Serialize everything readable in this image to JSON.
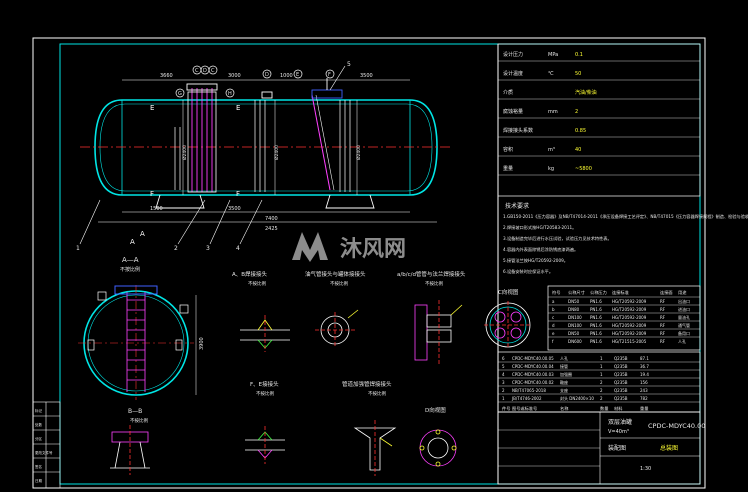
{
  "drawing": {
    "colors": {
      "frame": "#ffffff",
      "outline": "#00e5e5",
      "dims": "#ffffff",
      "centerline": "#ff3030",
      "nozzle": "#ff40ff",
      "blue": "#4060ff",
      "text": "#e8e8e8",
      "yellow": "#ffff33",
      "green": "#40ff40"
    },
    "main_view": {
      "nozzle_letters": [
        "C",
        "D",
        "C",
        "D",
        "E",
        "F",
        "G",
        "H"
      ],
      "section_marks": [
        "E",
        "E",
        "F",
        "F",
        "A",
        "A"
      ],
      "dims_top": [
        "3660",
        "3000",
        "1000",
        "3500"
      ],
      "dims_bottom": [
        "1500",
        "3500",
        "7400",
        "2425"
      ],
      "vertical_dims": [
        "Ø2400",
        "Ø2400",
        "Ø2400"
      ],
      "balloons": [
        "1",
        "2",
        "3",
        "4"
      ],
      "top_balloon": "5"
    },
    "section_aa": {
      "title": "A—A",
      "subtitle": "不按比例",
      "dim": "3900"
    },
    "detail_views": [
      {
        "title": "A、B焊接接头",
        "subtitle": "不按比例"
      },
      {
        "title": "油气管接头与罐体接接头",
        "subtitle": "不按比例"
      },
      {
        "title": "a/b/c/d管管与法兰焊接接头",
        "subtitle": "不按比例"
      },
      {
        "title": "F、E接接头",
        "subtitle": "不按比例"
      },
      {
        "title": "管道加强管焊接接头",
        "subtitle": "不按比例"
      },
      {
        "title": "B—B",
        "subtitle": "不按比例"
      },
      {
        "title": "D向视图",
        "subtitle": ""
      },
      {
        "title": "C向视图",
        "subtitle": ""
      }
    ],
    "notes_title": "技术要求",
    "notes": [
      "1.GB150-2011《压力容器》及NB/T47014-2011《承压设备焊接工艺评定》、NB/T47015《压力容器焊接规程》制造、检验与验收。",
      "2.焊接坡口形式按HG/T20583-2011。",
      "3.设备制造完毕后进行水压试验，试验压力见技术特性表。",
      "4.容器内外表面除锈后涂防锈底漆两遍。",
      "5.接管法兰按HG/T20592-2009。",
      "6.设备安装时应保证水平。"
    ],
    "nozzle_table": {
      "headers": [
        "符号",
        "公称尺寸",
        "公称压力",
        "连接标准",
        "连接面",
        "用途"
      ],
      "rows": [
        [
          "a",
          "DN50",
          "PN1.6",
          "HG/T20592-2009",
          "RF",
          "出油口"
        ],
        [
          "b",
          "DN80",
          "PN1.6",
          "HG/T20592-2009",
          "RF",
          "进油口"
        ],
        [
          "c",
          "DN100",
          "PN1.6",
          "HG/T20592-2009",
          "RF",
          "量油孔"
        ],
        [
          "d",
          "DN100",
          "PN1.6",
          "HG/T20592-2009",
          "RF",
          "通气管"
        ],
        [
          "e",
          "DN50",
          "PN1.6",
          "HG/T20592-2009",
          "RF",
          "备用口"
        ],
        [
          "f",
          "DN600",
          "PN1.6",
          "HG/T21515-2005",
          "RF",
          "人孔"
        ]
      ]
    },
    "parts_table": {
      "rows": [
        [
          "6",
          "CPDC-MDYC40.00.05",
          "人孔",
          "1",
          "Q235B",
          "87.1"
        ],
        [
          "5",
          "CPDC-MDYC40.00.04",
          "接管",
          "1",
          "Q235B",
          "36.7"
        ],
        [
          "4",
          "CPDC-MDYC40.00.03",
          "加强圈",
          "1",
          "Q235B",
          "19.4"
        ],
        [
          "3",
          "CPDC-MDYC40.00.02",
          "鞍座",
          "2",
          "Q235B",
          "156"
        ],
        [
          "2",
          "NB/T47065-2018",
          "支座",
          "2",
          "Q235B",
          "243"
        ],
        [
          "1",
          "JB/T4746-2002",
          "封头 DN2400×10",
          "2",
          "Q235B",
          "782"
        ]
      ],
      "header": [
        "件号",
        "图号或标准号",
        "名称",
        "数量",
        "材料",
        "重量"
      ]
    },
    "tech_table": {
      "rows": [
        [
          "设计压力",
          "MPa",
          "0.1"
        ],
        [
          "设计温度",
          "℃",
          "50"
        ],
        [
          "介质",
          "",
          "汽油/柴油"
        ],
        [
          "腐蚀裕量",
          "mm",
          "2"
        ],
        [
          "焊接接头系数",
          "",
          "0.85"
        ],
        [
          "容积",
          "m³",
          "40"
        ],
        [
          "重量",
          "kg",
          "~5800"
        ]
      ]
    },
    "title_block": {
      "name": "双层油罐",
      "volume": "V=40m³",
      "type": "装配图",
      "drawing_no": "CPDC-MDYC40.00",
      "sheet": "总装图",
      "scale": "1:30"
    },
    "revision_block": {
      "labels": [
        "标记",
        "处数",
        "分区",
        "更改文件号",
        "签名",
        "日期"
      ]
    },
    "watermark": "沐风网"
  }
}
